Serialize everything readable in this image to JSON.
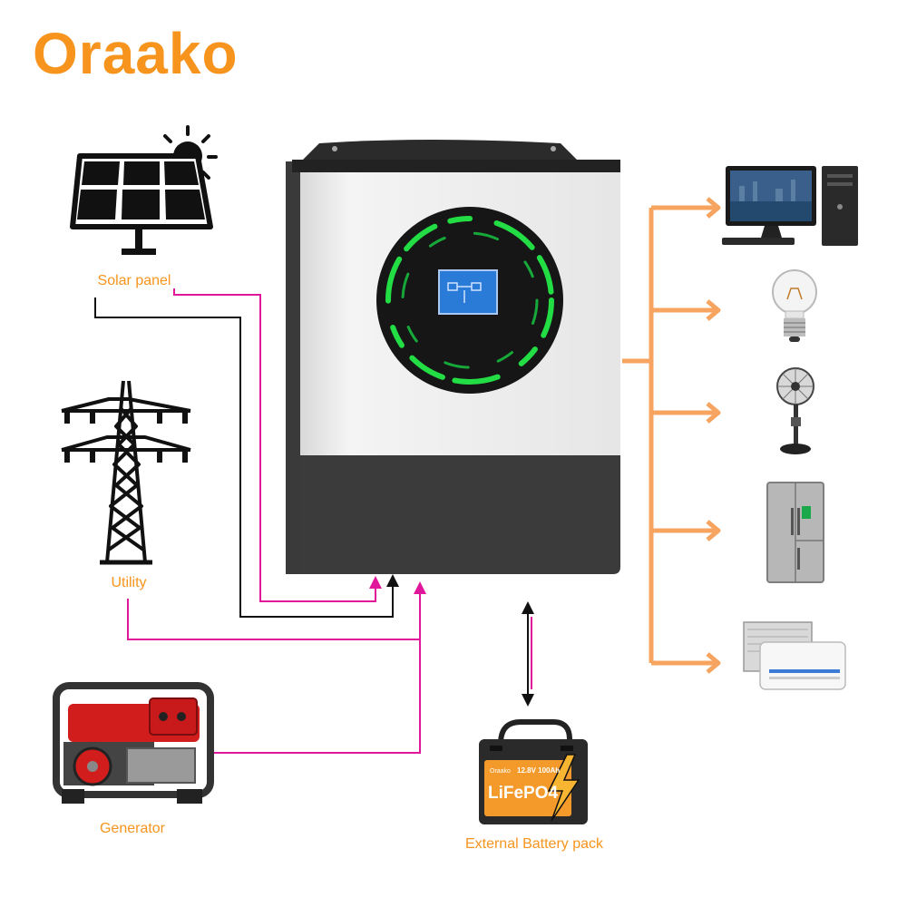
{
  "brand": {
    "name": "Oraako"
  },
  "labels": {
    "solar": "Solar panel",
    "utility": "Utility",
    "generator": "Generator",
    "battery": "External Battery pack"
  },
  "battery_face": {
    "brand": "Oraako",
    "rating": "12.8V 100Ah",
    "chemistry": "LiFePO4"
  },
  "colors": {
    "accent": "#f7941d",
    "ac_wire": "#e0169b",
    "dc_wire": "#111111",
    "output_arrow": "#f6a460",
    "ring_glow": "#22dd44",
    "lcd": "#2a7bd8"
  },
  "icons": [
    "sun-icon",
    "solar-panel-icon",
    "transmission-tower-icon",
    "generator-icon",
    "battery-icon",
    "inverter-device",
    "computer-icon",
    "light-bulb-icon",
    "fan-icon",
    "refrigerator-icon",
    "air-conditioner-icon"
  ]
}
